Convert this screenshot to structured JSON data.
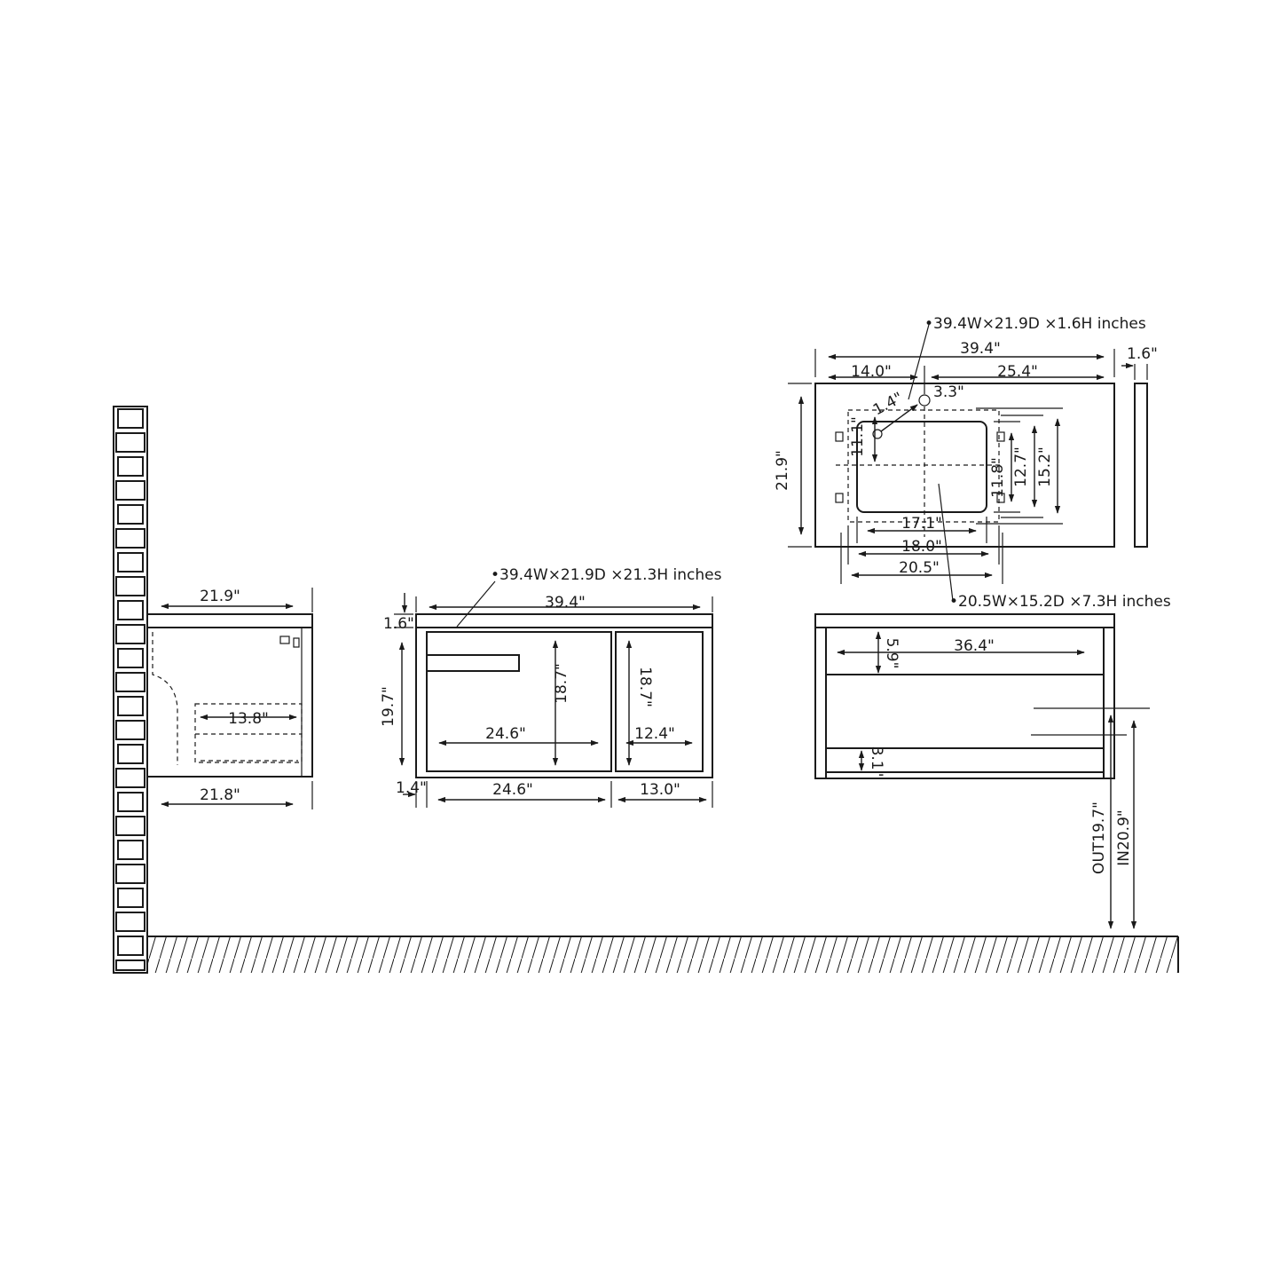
{
  "colors": {
    "line": "#1a1a1a",
    "background": "#ffffff"
  },
  "side_view": {
    "top_depth": "21.9\"",
    "drawer_width": "13.8\"",
    "cabinet_depth": "21.8\""
  },
  "front_view": {
    "spec": "•39.4W×21.9D  ×21.3H  inches",
    "total_width": "39.4\"",
    "top_thickness": "1.6\"",
    "cabinet_height": "19.7\"",
    "left_door_height": "18.7\"",
    "left_door_width": "24.6\"",
    "right_door_height": "18.7\"",
    "right_door_width": "12.4\"",
    "bottom_gap": "1.4\"",
    "bottom_left_width": "24.6\"",
    "bottom_right_width": "13.0\""
  },
  "top_view": {
    "spec": "•39.4W×21.9D  ×1.6H  inches",
    "total_width": "39.4\"",
    "thickness": "1.6\"",
    "left_offset": "14.0\"",
    "right_offset": "25.4\"",
    "depth": "21.9\"",
    "faucet_offset": "1.4\"",
    "faucet_dia": "3.3\"",
    "small_dim": "11.1\"",
    "bowl_depth_inner": "11.8\"",
    "bowl_depth_mid": "12.7\"",
    "bowl_depth_outer": "15.2\"",
    "bowl_width_inner": "17.1\"",
    "bowl_width_mid": "18.0\"",
    "bowl_width_outer": "20.5\"",
    "sink_spec": "•20.5W×15.2D  ×7.3H  inches"
  },
  "back_view": {
    "inner_width": "36.4\"",
    "top_rail": "5.9\"",
    "bottom_rail": "3.1\"",
    "out_height": "OUT19.7\"",
    "in_height": "IN20.9\""
  }
}
